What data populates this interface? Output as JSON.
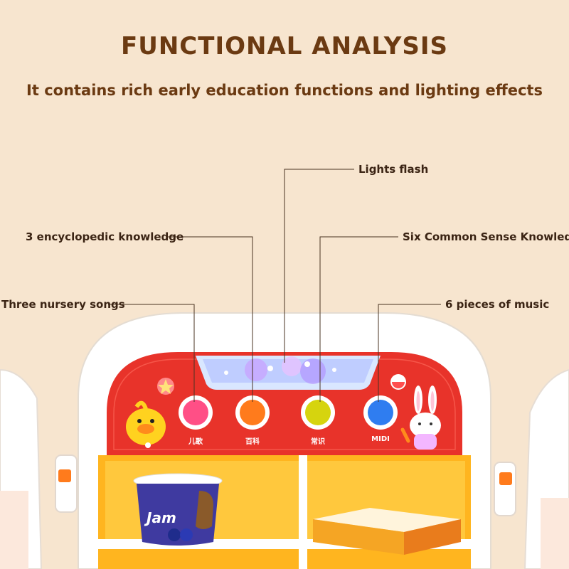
{
  "header": {
    "title": "FUNCTIONAL ANALYSIS",
    "subtitle": "It contains rich early education functions and lighting effects"
  },
  "callouts": {
    "lights": "Lights flash",
    "encyclopedic": "3 encyclopedic knowledge",
    "common_sense": "Six Common Sense Knowledge",
    "nursery": "Three nursery songs",
    "music": "6 pieces of music"
  },
  "buttons": [
    {
      "label": "儿歌",
      "color": "#ff4f86"
    },
    {
      "label": "百科",
      "color": "#ff7b1c"
    },
    {
      "label": "常识",
      "color": "#d6d40e"
    },
    {
      "label": "MIDI",
      "color": "#2f7df0"
    }
  ],
  "product": {
    "jam_label": "Jam"
  },
  "colors": {
    "background": "#f7e5cf",
    "title": "#6b3a12",
    "panel": "#e8332a",
    "shelf": "#ffb51f"
  }
}
